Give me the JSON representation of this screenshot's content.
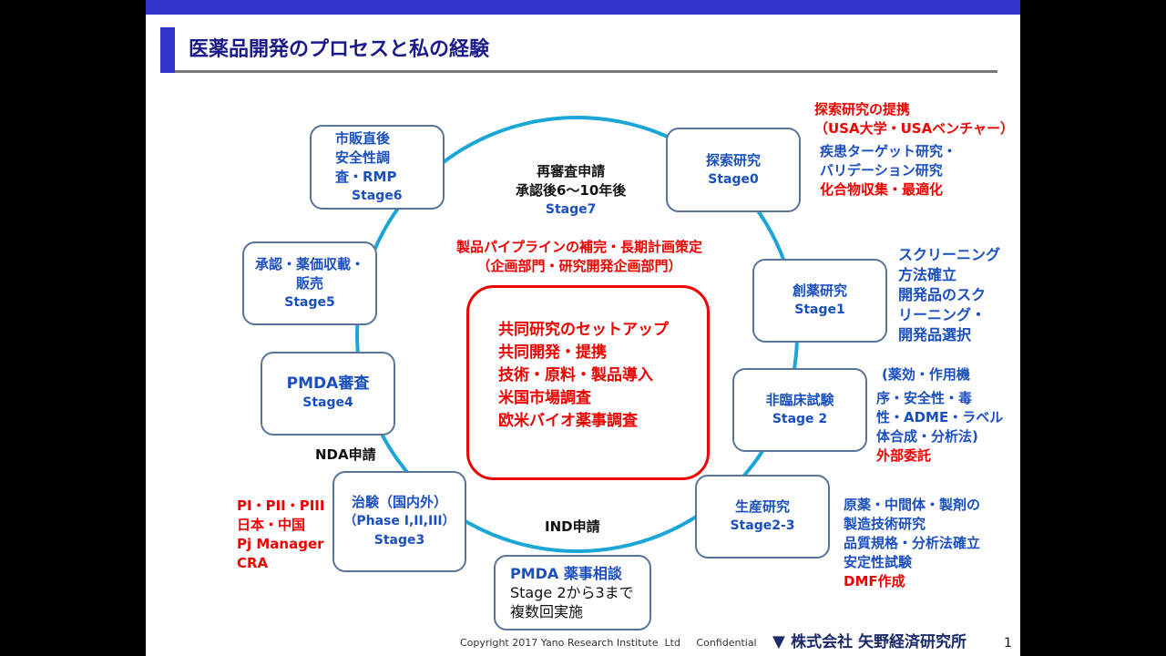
{
  "title": "医薬品開発のプロセスと私の経験",
  "stages": {
    "s6": {
      "l1": "市販直後",
      "l2": "安全性調",
      "l3": "査・RMP",
      "stage": "Stage6"
    },
    "s0": {
      "l1": "探索研究",
      "stage": "Stage0"
    },
    "s5": {
      "l1": "承認・薬価収載・",
      "l2": "販売",
      "stage": "Stage5"
    },
    "s1": {
      "l1": "創薬研究",
      "stage": "Stage1"
    },
    "s4": {
      "l1": "PMDA審査",
      "stage": "Stage4"
    },
    "s2": {
      "l1": "非臨床試験",
      "stage": "Stage 2"
    },
    "s3": {
      "l1": "治験（国内外）",
      "l2": "（Phase I,II,III）",
      "stage": "Stage3"
    },
    "s23": {
      "l1": "生産研究",
      "stage": "Stage2-3"
    },
    "pmda": {
      "l1": "PMDA 薬事相談",
      "l2": "Stage 2から3まで",
      "l3": "複数回実施"
    }
  },
  "stage7": {
    "l1": "再審査申請",
    "l2": "承認後6～10年後",
    "stage": "Stage7"
  },
  "pipeline": {
    "l1": "製品パイプラインの補完・長期計画策定",
    "l2": "（企画部門・研究開発企画部門）"
  },
  "center": [
    "共同研究のセットアップ",
    "共同開発・提携",
    "技術・原料・製品導入",
    "米国市場調査",
    "欧米バイオ薬事調査"
  ],
  "nda": "NDA申請",
  "ind": "IND申請",
  "notes": {
    "n0_red": [
      "探索研究の提携",
      "（USA大学・USAベンチャー）"
    ],
    "n0_blue": [
      "疾患ターゲット研究・",
      "バリデーション研究"
    ],
    "n0_red2": "化合物収集・最適化",
    "n1": [
      "スクリーニング",
      "方法確立",
      "開発品のスク",
      "リーニング・",
      "開発品選択"
    ],
    "n2": [
      "(薬効・作用機",
      "序・安全性・毒",
      "性・ADME・ラベル",
      "体合成・分析法)"
    ],
    "n2_red": "外部委託",
    "n23": [
      "原薬・中間体・製剤の",
      "製造技術研究",
      "品質規格・分析法確立",
      "安定性試験"
    ],
    "n23_red": "DMF作成",
    "n3": [
      "PI・PII・PIII",
      "日本・中国",
      "Pj Manager",
      "CRA"
    ]
  },
  "footer": "Copyright 2017 Yano Research Institute  Ltd     Confidential",
  "logo": "株式会社 矢野経済研究所",
  "page": "1"
}
